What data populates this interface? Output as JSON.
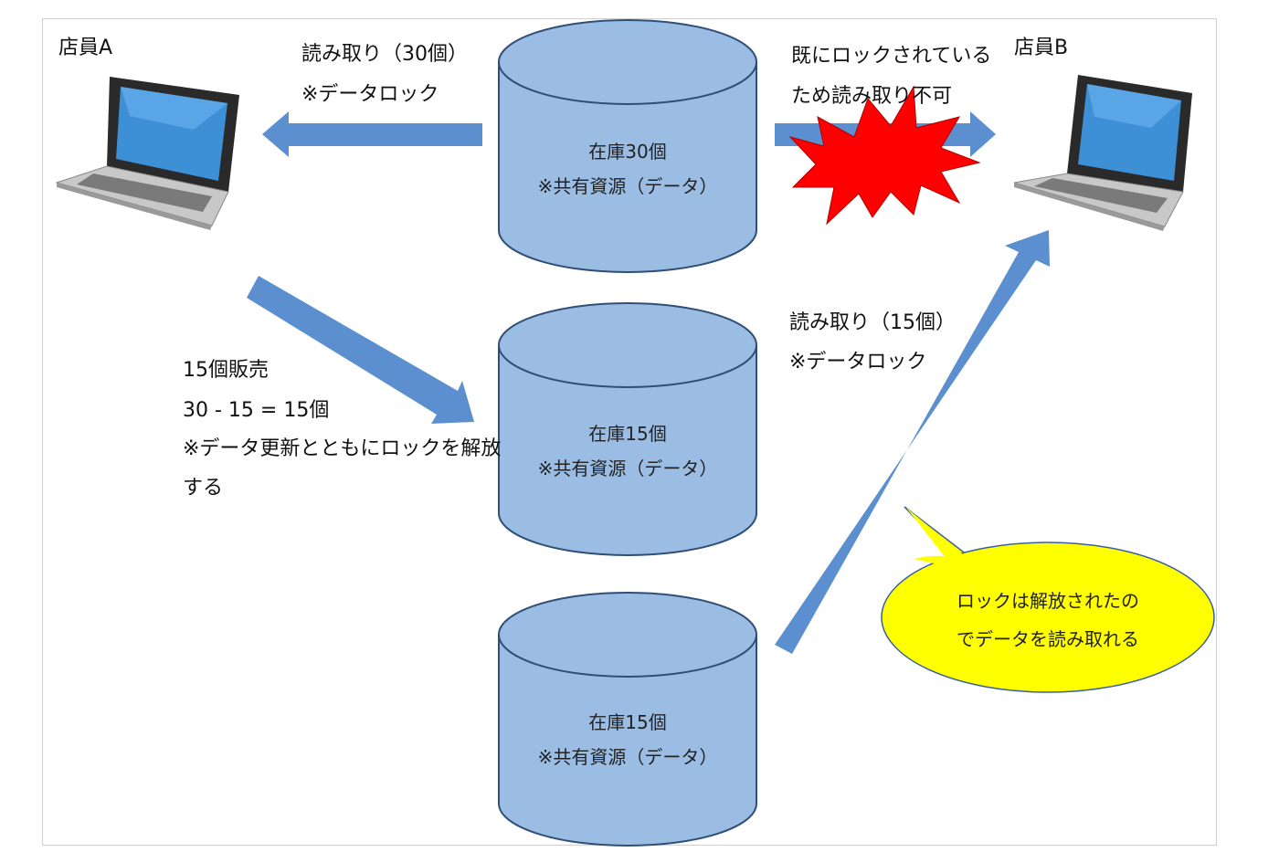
{
  "clerk_a": {
    "name": "店員A"
  },
  "clerk_b": {
    "name": "店員B"
  },
  "top_read": {
    "line1": "読み取り（30個）",
    "line2": "※データロック"
  },
  "locked_note": {
    "line1": "既にロックされている",
    "line2": "ため読み取り不可"
  },
  "sale_note": {
    "line1": "15個販売",
    "line2": "30 - 15 = 15個",
    "line3": "※データ更新とともにロックを解放",
    "line4": "する"
  },
  "second_read": {
    "line1": "読み取り（15個）",
    "line2": "※データロック"
  },
  "databases": [
    {
      "line1": "在庫30個",
      "line2": "※共有資源（データ）"
    },
    {
      "line1": "在庫15個",
      "line2": "※共有資源（データ）"
    },
    {
      "line1": "在庫15個",
      "line2": "※共有資源（データ）"
    }
  ],
  "callout": {
    "line1": "ロックは解放されたの",
    "line2": "でデータを読み取れる"
  },
  "colors": {
    "arrow": "#5b8fcf",
    "cylinder": "#9cbde3",
    "cylinder_stroke": "#2f4f77",
    "burst": "#ff0000",
    "callout": "#ffff00"
  },
  "icons": [
    "laptop-icon",
    "laptop-icon",
    "explosion-burst-icon"
  ]
}
